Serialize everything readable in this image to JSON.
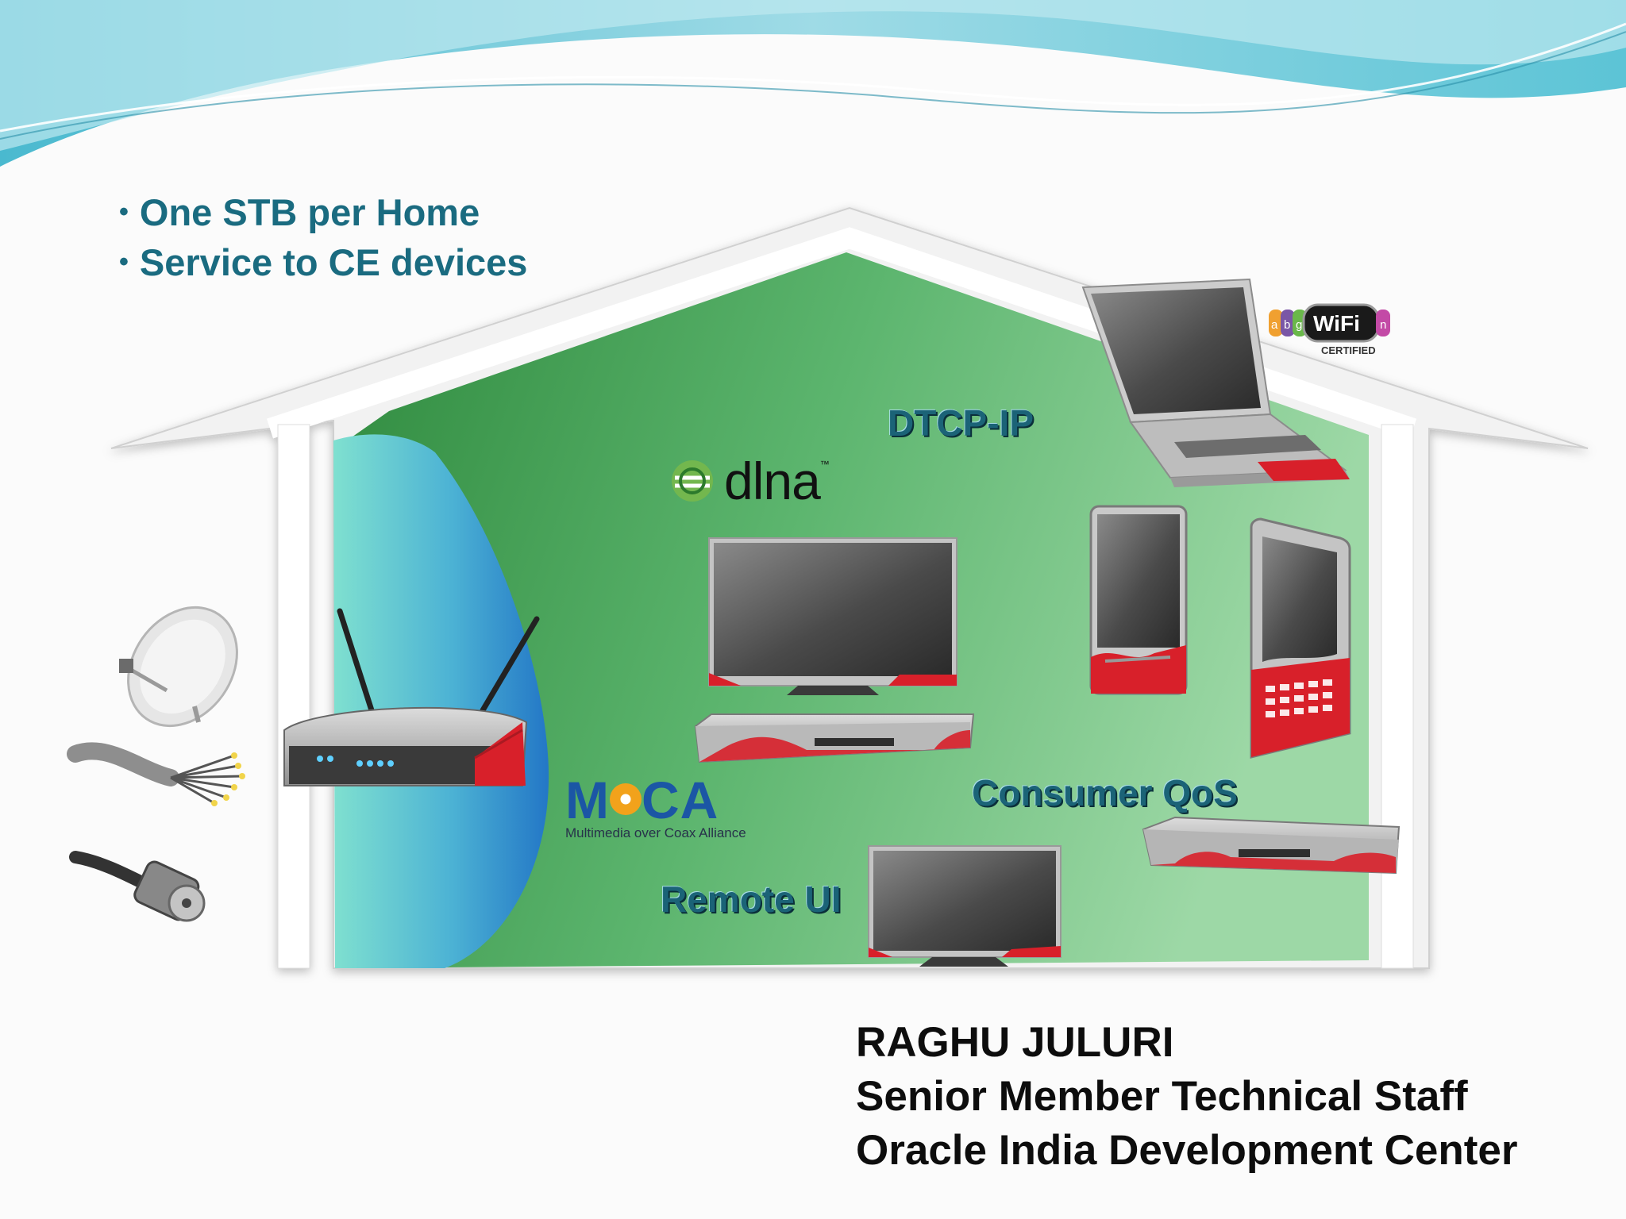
{
  "bullets": [
    "One STB per Home",
    "Service to CE devices"
  ],
  "labels": {
    "dtcp": "DTCP-IP",
    "dlna": "dlna",
    "dlna_tm": "™",
    "moca_left": "M",
    "moca_right": "CA",
    "moca_sub": "Multimedia over Coax Alliance",
    "qos": "Consumer QoS",
    "remote_ui": "Remote UI",
    "wifi_word": "WiFi",
    "wifi_letters": [
      "a",
      "b",
      "g",
      "n"
    ],
    "wifi_cert": "CERTIFIED"
  },
  "presenter": {
    "name": "RAGHU JULURI",
    "title": "Senior Member Technical Staff",
    "org": "Oracle India Development Center"
  },
  "colors": {
    "bullet_text": "#1a6b80",
    "label_text": "#1b6377",
    "house_green": "#4caf64",
    "coax_blue": "#2e89c8",
    "device_red": "#d8202a",
    "moca_blue": "#1b56a5",
    "moca_orange": "#f2a21b"
  },
  "icons": [
    "satellite-dish-icon",
    "fiber-cable-icon",
    "coax-connector-icon",
    "router-icon",
    "flat-tv-icon",
    "set-top-box-icon",
    "laptop-icon",
    "tablet-icon",
    "smartphone-icon",
    "wifi-logo-icon",
    "dlna-logo-icon",
    "moca-logo-icon"
  ]
}
